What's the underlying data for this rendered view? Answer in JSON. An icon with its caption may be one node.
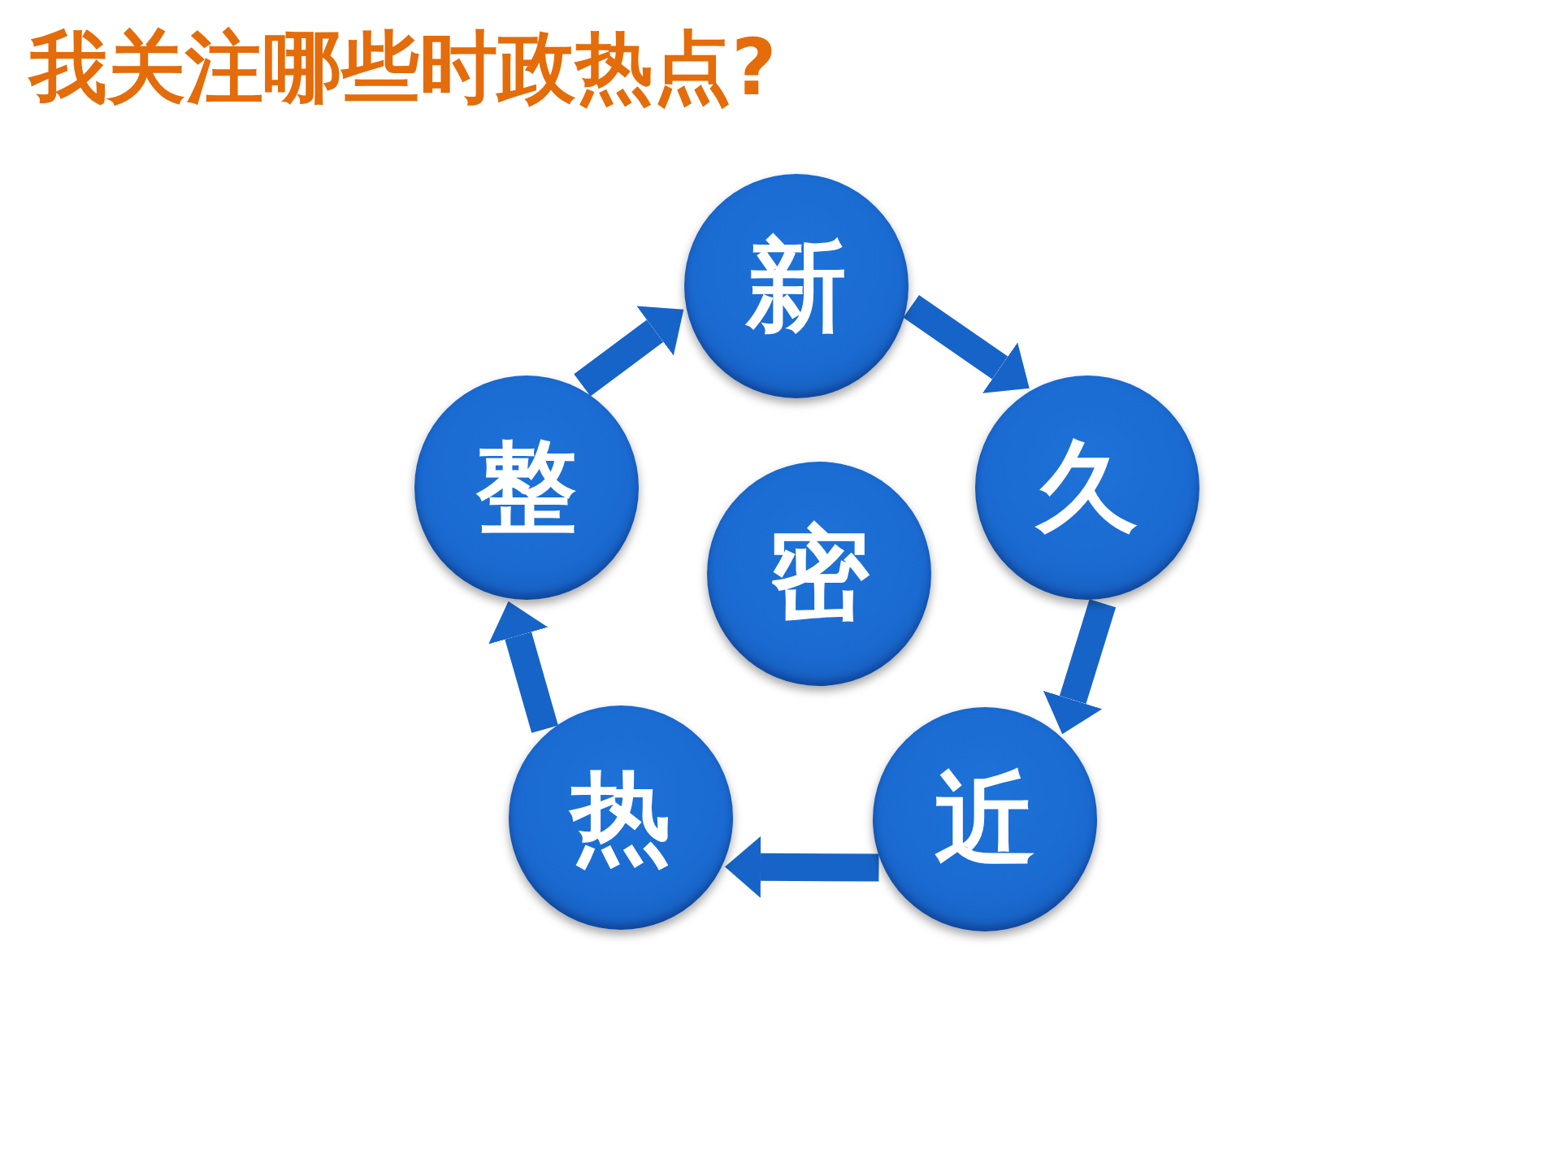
{
  "diagram": {
    "title": "我关注哪些时政热点?",
    "nodes": [
      {
        "text": [
          "新"
        ]
      },
      {
        "text": [
          "整"
        ]
      },
      {
        "text": [
          "久"
        ]
      },
      {
        "text": [
          "密"
        ]
      },
      {
        "text": [
          "热"
        ]
      },
      {
        "text": [
          "近"
        ]
      }
    ],
    "edges": [
      {
        "from": 0,
        "to": 2,
        "arrow": "to"
      },
      {
        "from": 2,
        "to": 5,
        "arrow": "to"
      },
      {
        "from": 5,
        "to": 4,
        "arrow": "to"
      },
      {
        "from": 4,
        "to": 1,
        "arrow": "to"
      },
      {
        "from": 1,
        "to": 0,
        "arrow": "to"
      }
    ]
  }
}
